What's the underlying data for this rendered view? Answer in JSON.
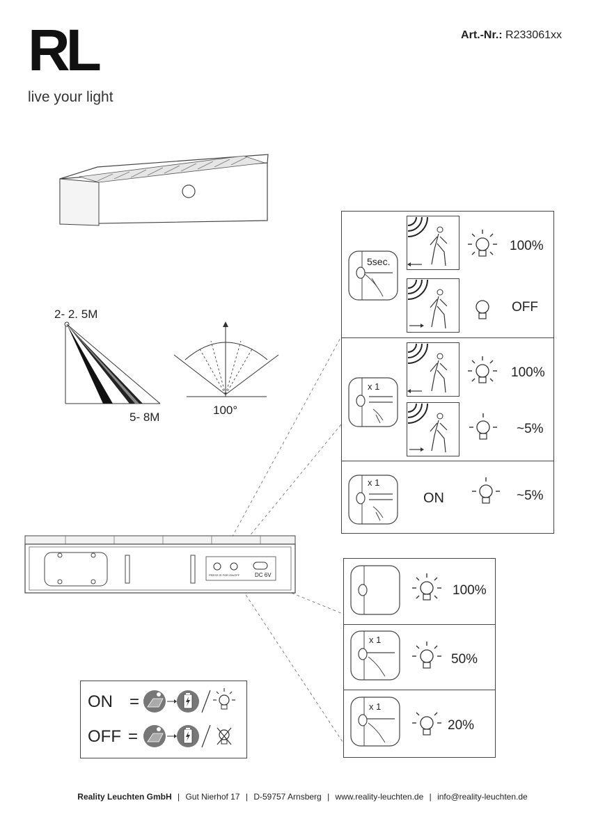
{
  "header": {
    "logo_mark": "RL",
    "logo_tagline": "live your light",
    "artnr_label": "Art.-Nr.:",
    "artnr_value": "R233061xx"
  },
  "sensor": {
    "height_label": "2- 2. 5M",
    "distance_label": "5- 8M",
    "angle_label": "100°"
  },
  "panel_motion": {
    "rows": [
      {
        "button_label": "5sec.",
        "states": [
          {
            "level": "100%"
          },
          {
            "level": "OFF"
          }
        ]
      },
      {
        "button_label": "x 1",
        "states": [
          {
            "level": "100%"
          },
          {
            "level": "~5%"
          }
        ]
      },
      {
        "button_label": "x 1",
        "mode": "ON",
        "level": "~5%"
      }
    ]
  },
  "device": {
    "label_press": "PRESS IS FOR ON/OFF",
    "label_dc": "DC 6V"
  },
  "panel_brightness": {
    "rows": [
      {
        "button_label": "",
        "level": "100%"
      },
      {
        "button_label": "x 1",
        "level": "50%"
      },
      {
        "button_label": "x 1",
        "level": "20%"
      }
    ]
  },
  "legend": {
    "on_label": "ON",
    "off_label": "OFF",
    "equals": "="
  },
  "footer": {
    "company": "Reality Leuchten GmbH",
    "address": "Gut Nierhof 17",
    "city": "D-59757 Arnsberg",
    "web": "www.reality-leuchten.de",
    "email": "info@reality-leuchten.de",
    "separator": "|"
  }
}
